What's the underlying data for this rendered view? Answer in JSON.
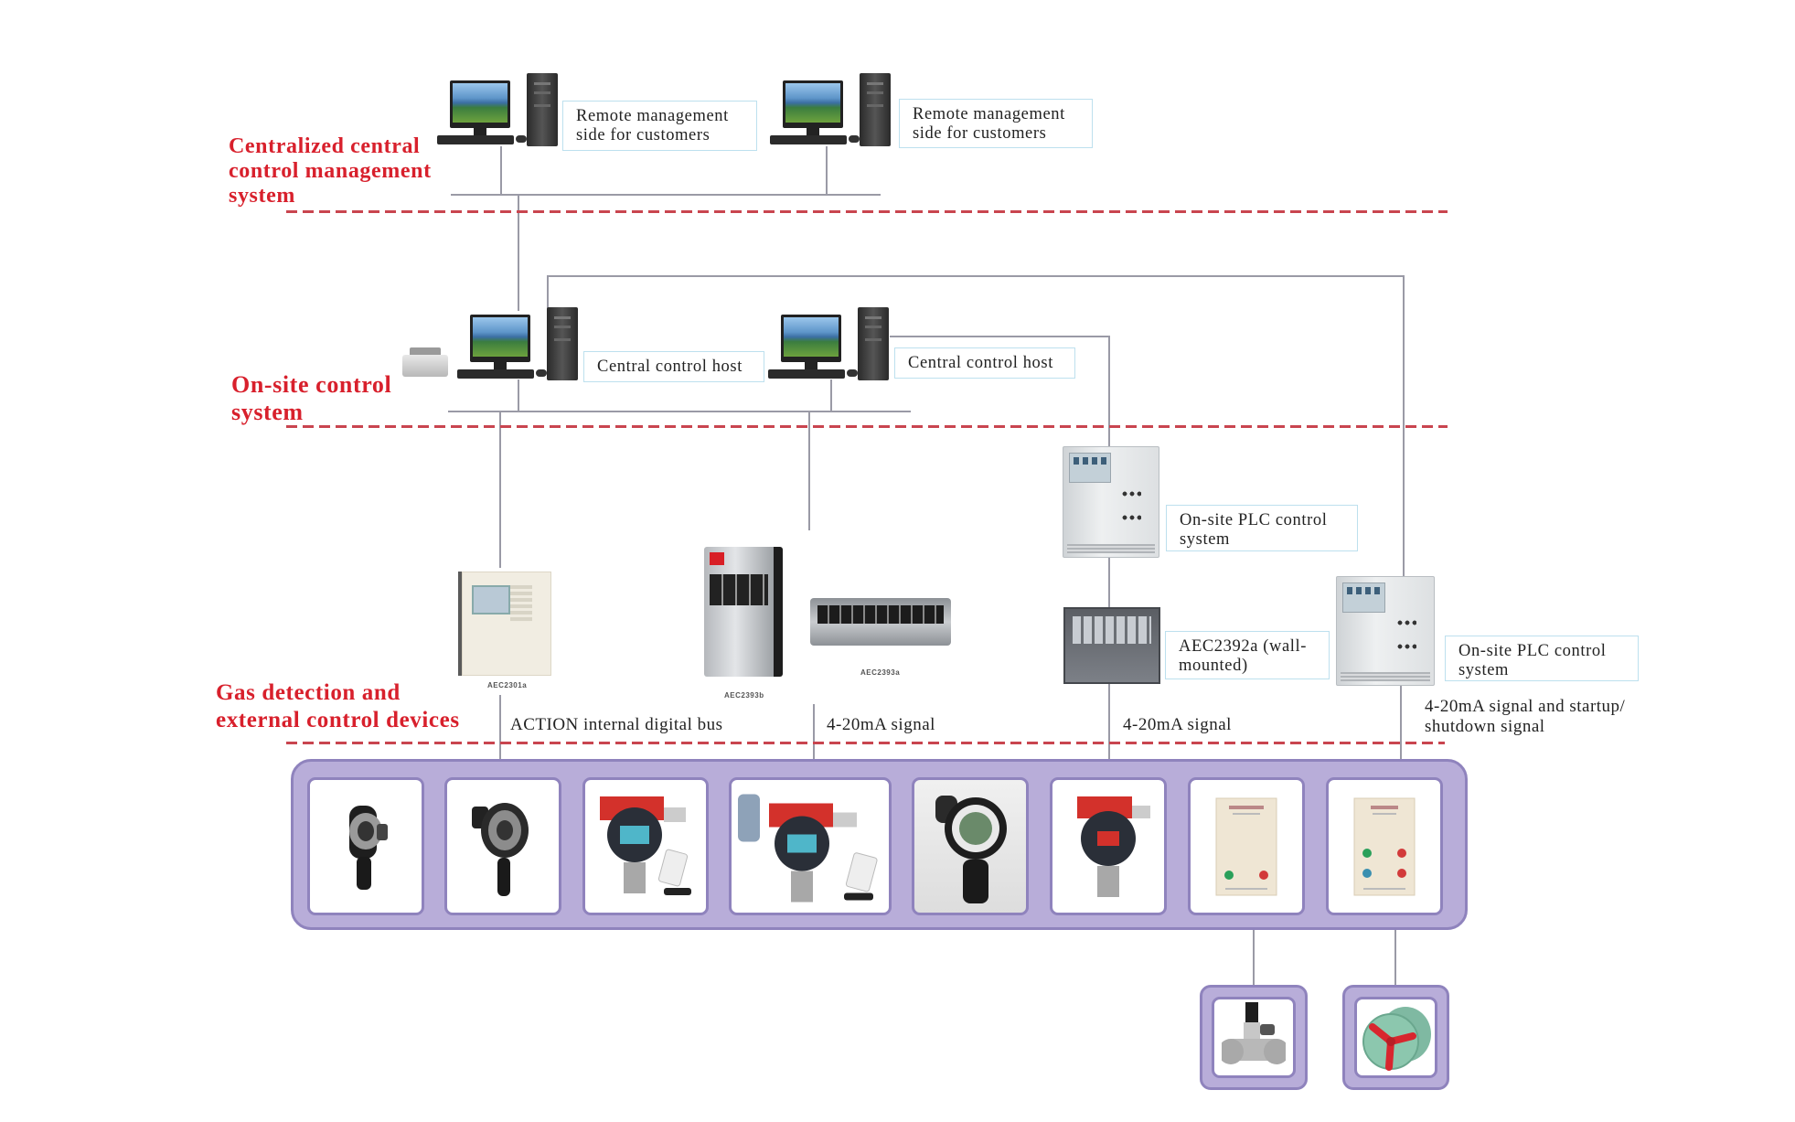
{
  "diagram": {
    "title": "Gas detection and control system architecture",
    "colors": {
      "section_title": "#d8202c",
      "separator": "#c9454f",
      "connector": "#9a9aa6",
      "device_panel": "#b8add9",
      "device_panel_border": "#8f83bd",
      "label_border": "#bde0ee"
    },
    "sections": [
      {
        "id": "centralized",
        "title_lines": [
          "Centralized central",
          "control management",
          "system"
        ]
      },
      {
        "id": "onsite",
        "title_lines": [
          "On-site control",
          "system"
        ]
      },
      {
        "id": "gas",
        "title_lines": [
          "Gas detection and",
          "external control devices"
        ]
      }
    ],
    "remote_stations": [
      {
        "icon": "desktop-computer-icon",
        "label_lines": [
          "Remote management",
          "side for customers"
        ]
      },
      {
        "icon": "desktop-computer-icon",
        "label_lines": [
          "Remote management",
          "side for customers"
        ]
      }
    ],
    "hosts": [
      {
        "icon": "desktop-computer-icon",
        "label": "Central control host"
      },
      {
        "icon": "desktop-computer-icon",
        "label": "Central control host"
      }
    ],
    "printer": {
      "icon": "printer-icon"
    },
    "controllers": [
      {
        "icon": "wall-controller-icon",
        "model": "AEC2301a"
      },
      {
        "icon": "panel-controller-icon",
        "model": "AEC2393b"
      },
      {
        "icon": "rack-controller-icon",
        "model": "AEC2393a"
      }
    ],
    "plc_systems": [
      {
        "icon": "plc-cabinet-icon",
        "label_lines": [
          "On-site PLC control",
          "system"
        ]
      },
      {
        "icon": "plc-cabinet-icon",
        "label_lines": [
          "On-site PLC control",
          "system"
        ]
      }
    ],
    "wall_mounted": {
      "icon": "wall-mounted-controller-icon",
      "label_lines": [
        "AEC2392a (wall-",
        "mounted)"
      ]
    },
    "signals": [
      {
        "label": "ACTION internal digital bus"
      },
      {
        "label": "4-20mA signal"
      },
      {
        "label": "4-20mA signal"
      },
      {
        "label_lines": [
          "4-20mA signal and startup/",
          "shutdown signal"
        ]
      }
    ],
    "field_devices": [
      {
        "icon": "infrared-detector-icon"
      },
      {
        "icon": "infrared-detector-icon"
      },
      {
        "icon": "gas-detector-red-icon"
      },
      {
        "icon": "gas-detector-red-with-remote-icon"
      },
      {
        "icon": "explosion-proof-detector-icon"
      },
      {
        "icon": "gas-detector-red-icon"
      },
      {
        "icon": "control-box-icon"
      },
      {
        "icon": "control-box-icon"
      }
    ],
    "actuators": [
      {
        "icon": "solenoid-valve-icon"
      },
      {
        "icon": "exhaust-fan-icon"
      }
    ]
  }
}
